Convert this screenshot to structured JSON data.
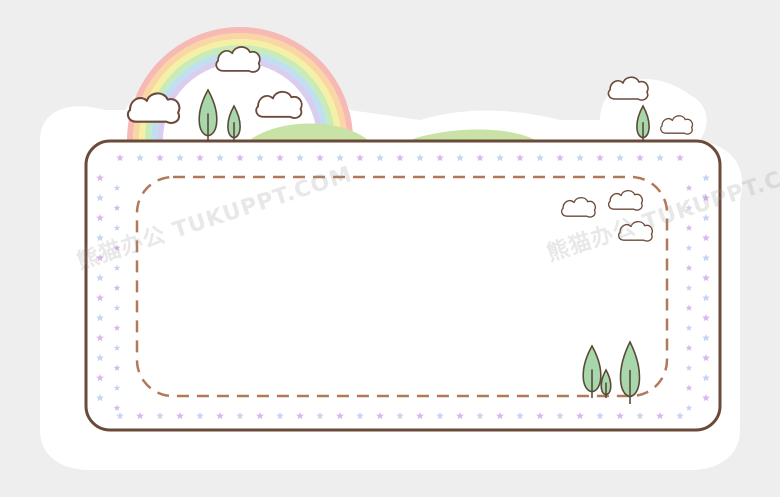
{
  "frame": {
    "kind": "decorative-cartoon-note-frame",
    "icons": [
      "rainbow-icon",
      "cloud-icon",
      "tree-icon",
      "hill-icon",
      "star-pattern"
    ],
    "colors": {
      "background": "#eeeeee",
      "sticker": "#ffffff",
      "border": "#6b4a3a",
      "dash": "#b07a5a",
      "hill": "#c9e2a6",
      "tree": "#a9d7ac",
      "star_purple": "#d9b8ee",
      "star_blue": "#c7d4f3",
      "rainbow": [
        "#f6b9b4",
        "#f9d6a4",
        "#f6efa6",
        "#c9ebb8",
        "#bfe0f0",
        "#d9cdf0"
      ]
    }
  },
  "watermarks": [
    "熊猫办公 TUKUPPT.COM",
    "熊猫办公 TUKUPPT.COM"
  ]
}
